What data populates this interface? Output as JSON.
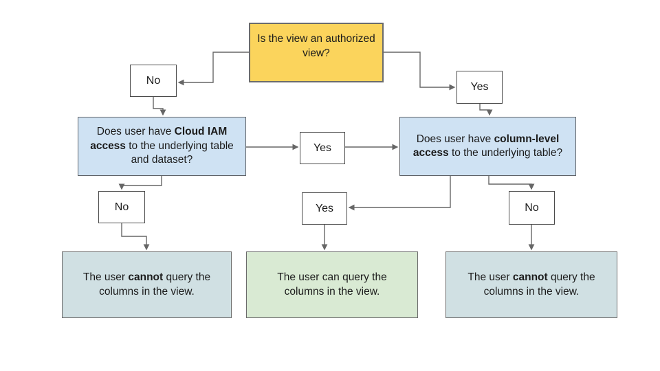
{
  "diagram": {
    "nodes": {
      "root": "Is the view an authorized view?",
      "no1": "No",
      "yes1": "Yes",
      "iam_question": {
        "pre": "Does user have ",
        "bold": "Cloud IAM access",
        "post": " to the underlying table and dataset?"
      },
      "yes_mid": "Yes",
      "col_question": {
        "pre": "Does user have ",
        "bold": "column-level access",
        "post": " to the underlying table?"
      },
      "no2": "No",
      "yes2": "Yes",
      "no3": "No",
      "result_left": {
        "pre": "The user ",
        "bold": "cannot",
        "post": " query the columns in the view."
      },
      "result_mid": "The user can query the columns in the view.",
      "result_right": {
        "pre": "The user ",
        "bold": "cannot",
        "post": " query the columns in the view."
      }
    }
  },
  "colors": {
    "decision_fill": "#FBD45C",
    "question_fill": "#CFE2F3",
    "negative_fill": "#D0E0E3",
    "positive_fill": "#D9EAD3",
    "connector": "#666666"
  }
}
